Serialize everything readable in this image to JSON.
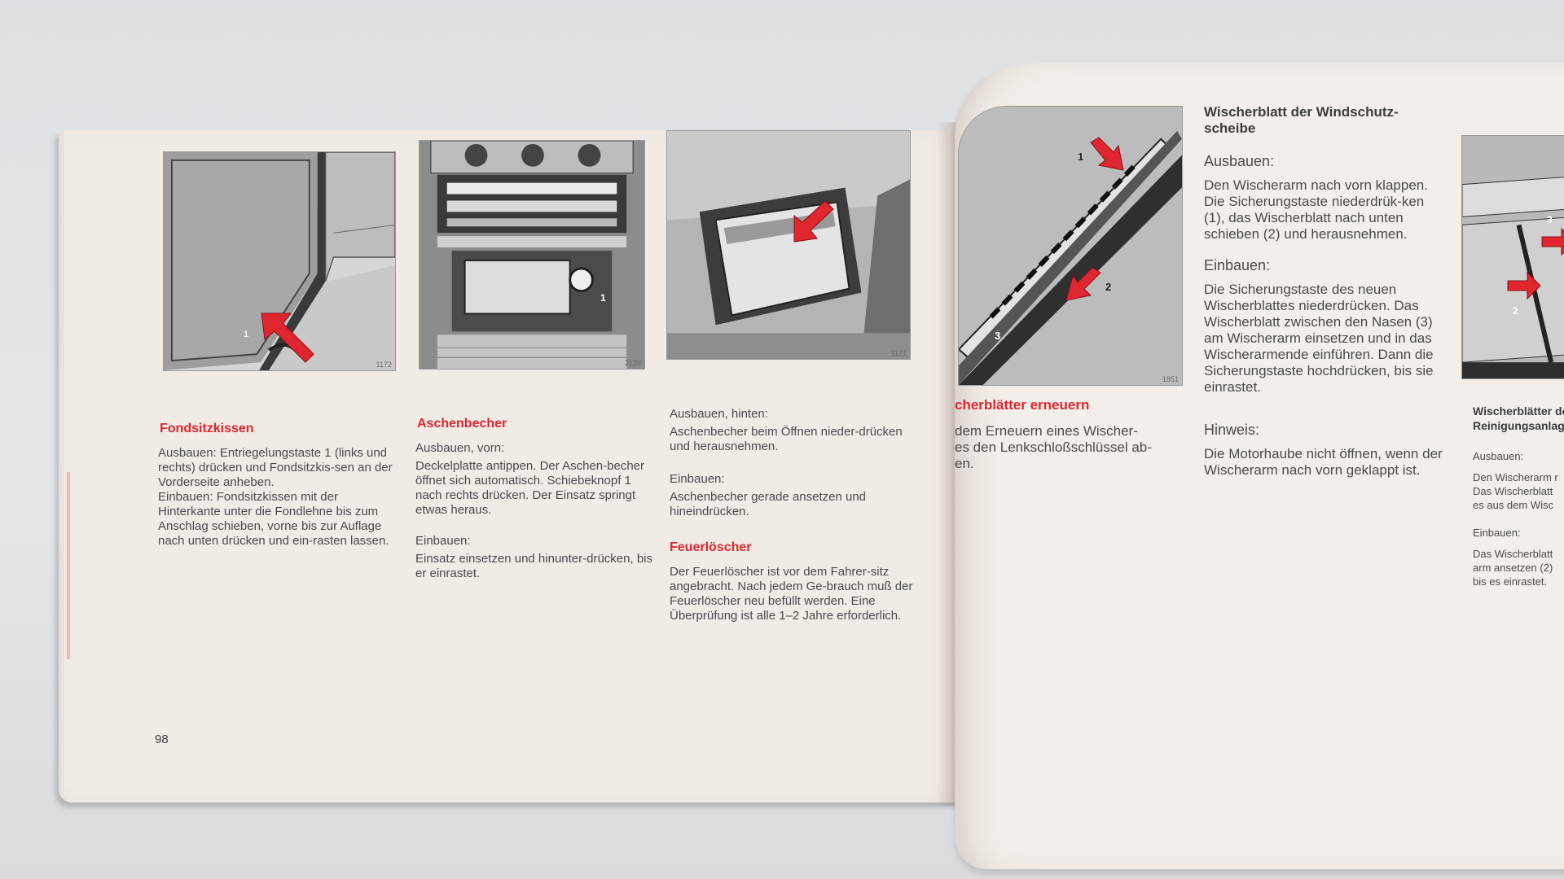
{
  "left": {
    "page_number": "98",
    "col1": {
      "heading": "Fondsitzkissen",
      "figure": "1172",
      "callouts": [
        "1"
      ],
      "text": "Ausbauen: Entriegelungstaste 1 (links und rechts) drücken und Fondsitzkis-sen an der Vorderseite anheben.\nEinbauen: Fondsitzkissen mit der Hinterkante unter die Fondlehne bis zum Anschlag schieben, vorne bis zur Auflage nach unten drücken und ein-rasten lassen."
    },
    "col2": {
      "heading": "Aschenbecher",
      "figure": "2139",
      "callouts": [
        "1"
      ],
      "sub1": "Ausbauen, vorn:",
      "text1": "Deckelplatte antippen. Der Aschen-becher öffnet sich automatisch. Schiebeknopf 1 nach rechts drücken. Der Einsatz springt etwas heraus.",
      "sub2": "Einbauen:",
      "text2": "Einsatz einsetzen und hinunter-drücken, bis er einrastet."
    },
    "col3": {
      "figure": "1171",
      "sub1": "Ausbauen, hinten:",
      "text1": "Aschenbecher beim Öffnen nieder-drücken und herausnehmen.",
      "sub2": "Einbauen:",
      "text2": "Aschenbecher gerade ansetzen und hineindrücken.",
      "heading2": "Feuerlöscher",
      "text3": "Der Feuerlöscher ist vor dem Fahrer-sitz angebracht. Nach jedem Ge-brauch muß der Feuerlöscher neu befüllt werden. Eine Überprüfung ist alle 1–2 Jahre erforderlich."
    }
  },
  "right": {
    "col1": {
      "figure": "1851",
      "callouts": [
        "1",
        "2",
        "3"
      ],
      "heading": "cherblätter erneuern",
      "text": "dem Erneuern eines Wischer-\nes den Lenkschloßschlüssel ab-\nen."
    },
    "col2": {
      "heading": "Wischerblatt der Windschutz-scheibe",
      "sub1": "Ausbauen:",
      "text1": "Den Wischerarm nach vorn klappen. Die Sicherungstaste niederdrük-ken (1), das Wischerblatt nach unten schieben (2) und herausnehmen.",
      "sub2": "Einbauen:",
      "text2": "Die Sicherungstaste des neuen Wischerblattes niederdrücken. Das Wischerblatt zwischen den Nasen (3) am Wischerarm einsetzen und in das Wischerarmende einführen. Dann die Sicherungstaste hochdrücken, bis sie einrastet.",
      "sub3": "Hinweis:",
      "text3": "Die Motorhaube nicht öffnen, wenn der Wischerarm nach vorn geklappt ist."
    },
    "col3": {
      "callouts": [
        "3",
        "2"
      ],
      "heading": "Wischerblätter de\nReinigungsanlag",
      "sub1": "Ausbauen:",
      "text1": "Den Wischerarm r\nDas Wischerblatt\nes aus dem Wisc",
      "sub2": "Einbauen:",
      "text2": "Das Wischerblatt\narm ansetzen (2)\nbis es einrastet."
    }
  },
  "colors": {
    "accent_red": "#e0262e",
    "text_gray": "#4a4a4a"
  }
}
